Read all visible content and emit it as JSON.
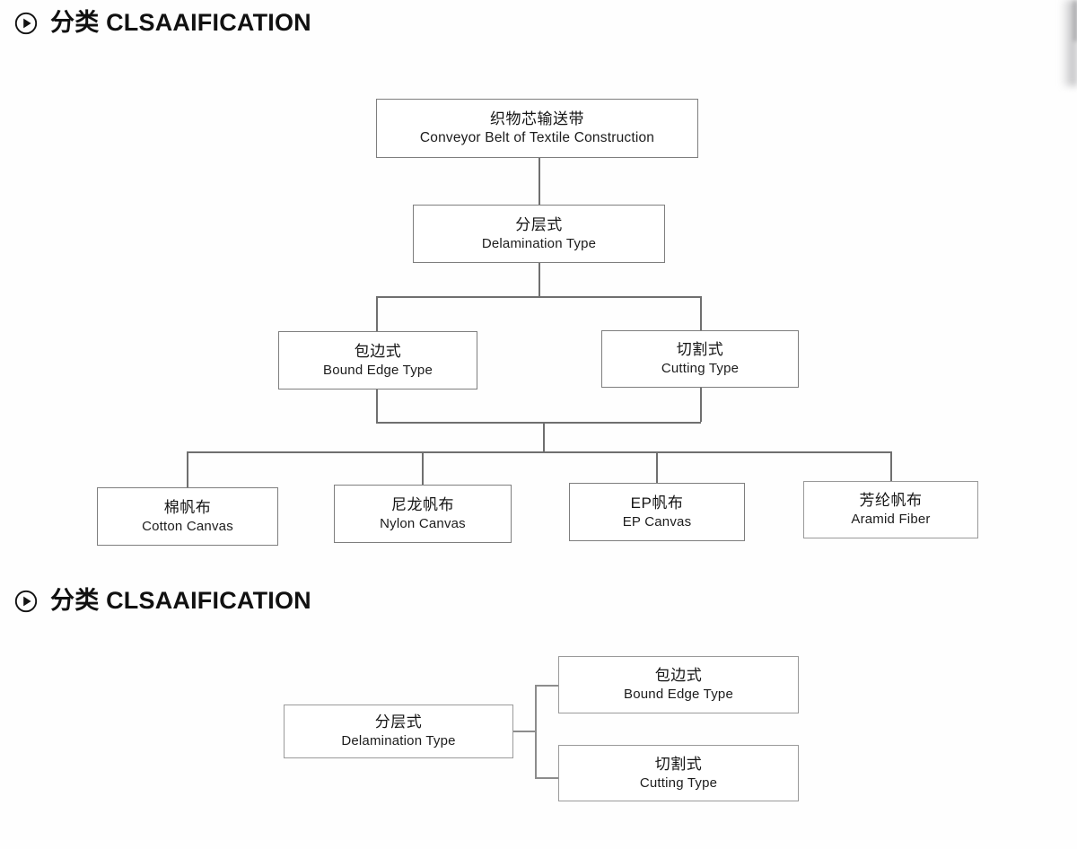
{
  "sections": [
    {
      "id": "section-1",
      "icon": "play-circle-icon",
      "title_cn": "分类",
      "title_en": "CLSAAIFICATION",
      "title_full": "分类 CLSAAIFICATION"
    },
    {
      "id": "section-2",
      "icon": "play-circle-icon",
      "title_cn": "分类",
      "title_en": "CLSAAIFICATION",
      "title_full": "分类 CLSAAIFICATION"
    }
  ],
  "chart_data": {
    "type": "diagram",
    "diagrams": [
      {
        "name": "conveyor-belt-classification-tree",
        "orientation": "top-down",
        "levels": [
          {
            "level": 1,
            "nodes": [
              {
                "id": "root",
                "cn": "织物芯输送带",
                "en": "Conveyor Belt of Textile Construction"
              }
            ]
          },
          {
            "level": 2,
            "nodes": [
              {
                "id": "delamination",
                "cn": "分层式",
                "en": "Delamination Type"
              }
            ]
          },
          {
            "level": 3,
            "nodes": [
              {
                "id": "bound-edge",
                "cn": "包边式",
                "en": "Bound Edge Type"
              },
              {
                "id": "cutting",
                "cn": "切割式",
                "en": "Cutting Type"
              }
            ]
          },
          {
            "level": 4,
            "nodes": [
              {
                "id": "cotton",
                "cn": "棉帆布",
                "en": "Cotton Canvas"
              },
              {
                "id": "nylon",
                "cn": "尼龙帆布",
                "en": "Nylon Canvas"
              },
              {
                "id": "ep",
                "cn": "EP帆布",
                "en": "EP Canvas"
              },
              {
                "id": "aramid",
                "cn": "芳纶帆布",
                "en": "Aramid Fiber"
              }
            ]
          }
        ],
        "edges": [
          {
            "from": "root",
            "to": "delamination"
          },
          {
            "from": "delamination",
            "to": "bound-edge"
          },
          {
            "from": "delamination",
            "to": "cutting"
          },
          {
            "from": "bound-edge",
            "to": "cotton"
          },
          {
            "from": "bound-edge",
            "to": "nylon"
          },
          {
            "from": "bound-edge",
            "to": "ep"
          },
          {
            "from": "bound-edge",
            "to": "aramid"
          },
          {
            "from": "cutting",
            "to": "cotton"
          },
          {
            "from": "cutting",
            "to": "nylon"
          },
          {
            "from": "cutting",
            "to": "ep"
          },
          {
            "from": "cutting",
            "to": "aramid"
          }
        ]
      },
      {
        "name": "delamination-type-branch",
        "orientation": "left-right",
        "levels": [
          {
            "level": 1,
            "nodes": [
              {
                "id": "delamination2",
                "cn": "分层式",
                "en": "Delamination Type"
              }
            ]
          },
          {
            "level": 2,
            "nodes": [
              {
                "id": "bound-edge2",
                "cn": "包边式",
                "en": "Bound Edge Type"
              },
              {
                "id": "cutting2",
                "cn": "切割式",
                "en": "Cutting Type"
              }
            ]
          }
        ],
        "edges": [
          {
            "from": "delamination2",
            "to": "bound-edge2"
          },
          {
            "from": "delamination2",
            "to": "cutting2"
          }
        ]
      }
    ]
  },
  "colors": {
    "page_background": "#fefefe",
    "box_border": "#7e7e7e",
    "line": "#6f6f6f",
    "heading_text": "#111111",
    "body_text": "#1a1a1a"
  }
}
